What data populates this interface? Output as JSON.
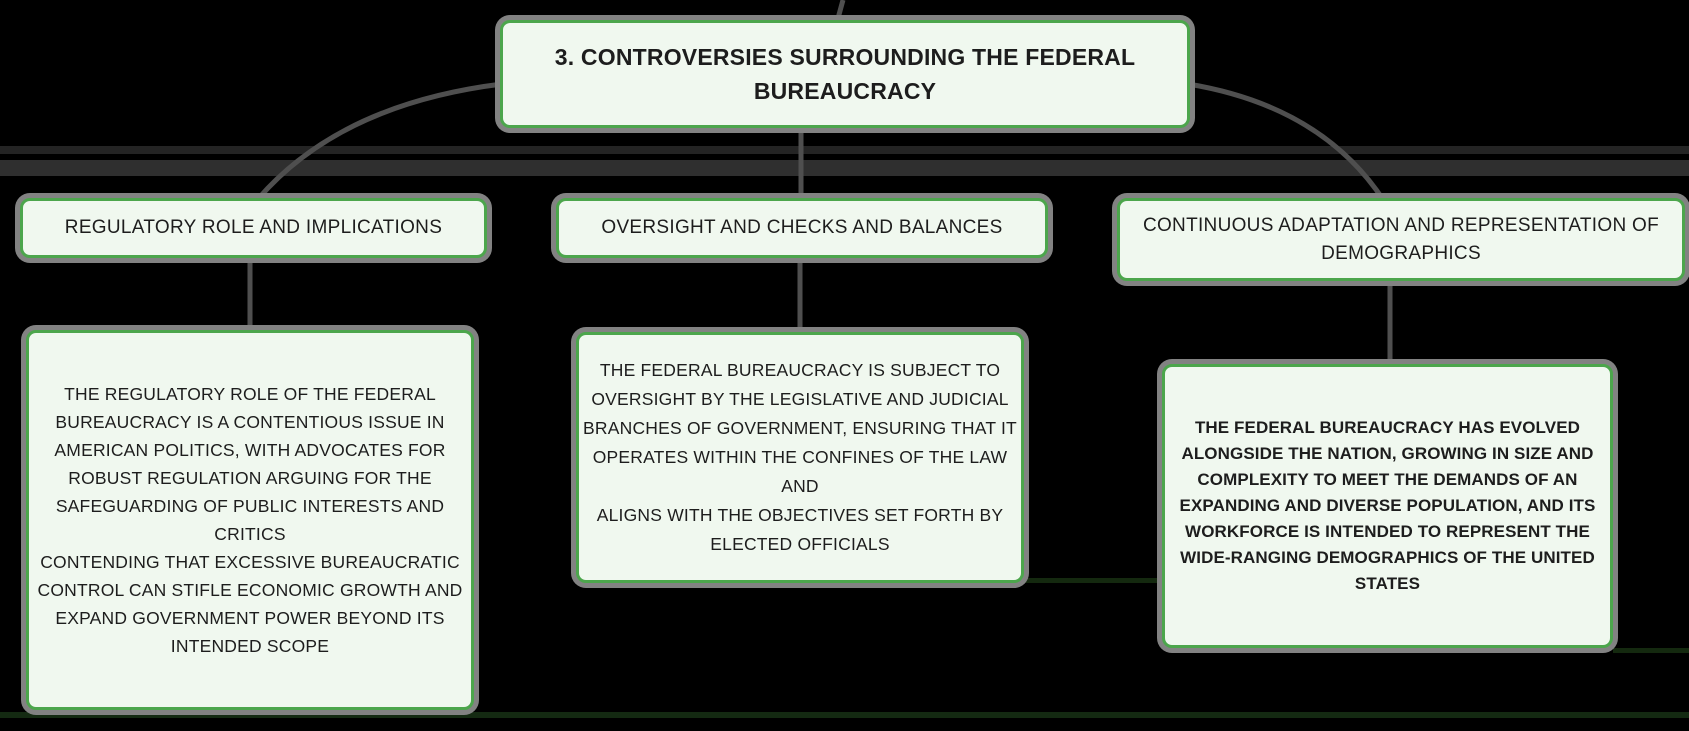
{
  "diagram": {
    "type": "mindmap",
    "colors": {
      "background": "#000000",
      "node_fill": "#f0f8ef",
      "node_border": "#4ca64c",
      "node_halo": "#828282",
      "connector": "#4f4f4f",
      "text": "#1d1d1d"
    },
    "root": {
      "title_lines": [
        "3. CONTROVERSIES SURROUNDING THE FEDERAL",
        "BUREAUCRACY"
      ]
    },
    "branches": [
      {
        "label_lines": [
          "REGULATORY ROLE AND IMPLICATIONS"
        ],
        "detail_lines": [
          "THE REGULATORY ROLE OF THE FEDERAL",
          "BUREAUCRACY IS A CONTENTIOUS ISSUE IN",
          "AMERICAN POLITICS, WITH ADVOCATES FOR",
          "ROBUST REGULATION ARGUING FOR THE",
          "SAFEGUARDING OF PUBLIC INTERESTS AND CRITICS",
          "CONTENDING THAT EXCESSIVE BUREAUCRATIC",
          "CONTROL CAN STIFLE ECONOMIC GROWTH AND",
          "EXPAND GOVERNMENT POWER BEYOND ITS",
          "INTENDED SCOPE"
        ]
      },
      {
        "label_lines": [
          "OVERSIGHT AND CHECKS AND BALANCES"
        ],
        "detail_lines": [
          "THE FEDERAL BUREAUCRACY IS SUBJECT TO",
          "OVERSIGHT BY THE LEGISLATIVE AND JUDICIAL",
          "BRANCHES OF GOVERNMENT, ENSURING THAT IT",
          "OPERATES WITHIN THE CONFINES OF THE LAW AND",
          "ALIGNS WITH THE OBJECTIVES SET FORTH BY",
          "ELECTED OFFICIALS"
        ]
      },
      {
        "label_lines": [
          "CONTINUOUS ADAPTATION AND REPRESENTATION OF",
          "DEMOGRAPHICS"
        ],
        "detail_lines": [
          "THE FEDERAL BUREAUCRACY HAS EVOLVED",
          "ALONGSIDE THE NATION, GROWING IN SIZE AND",
          "COMPLEXITY TO MEET THE DEMANDS OF AN",
          "EXPANDING AND DIVERSE POPULATION, AND ITS",
          "WORKFORCE IS INTENDED TO REPRESENT THE",
          "WIDE-RANGING DEMOGRAPHICS OF THE UNITED",
          "STATES"
        ]
      }
    ]
  }
}
